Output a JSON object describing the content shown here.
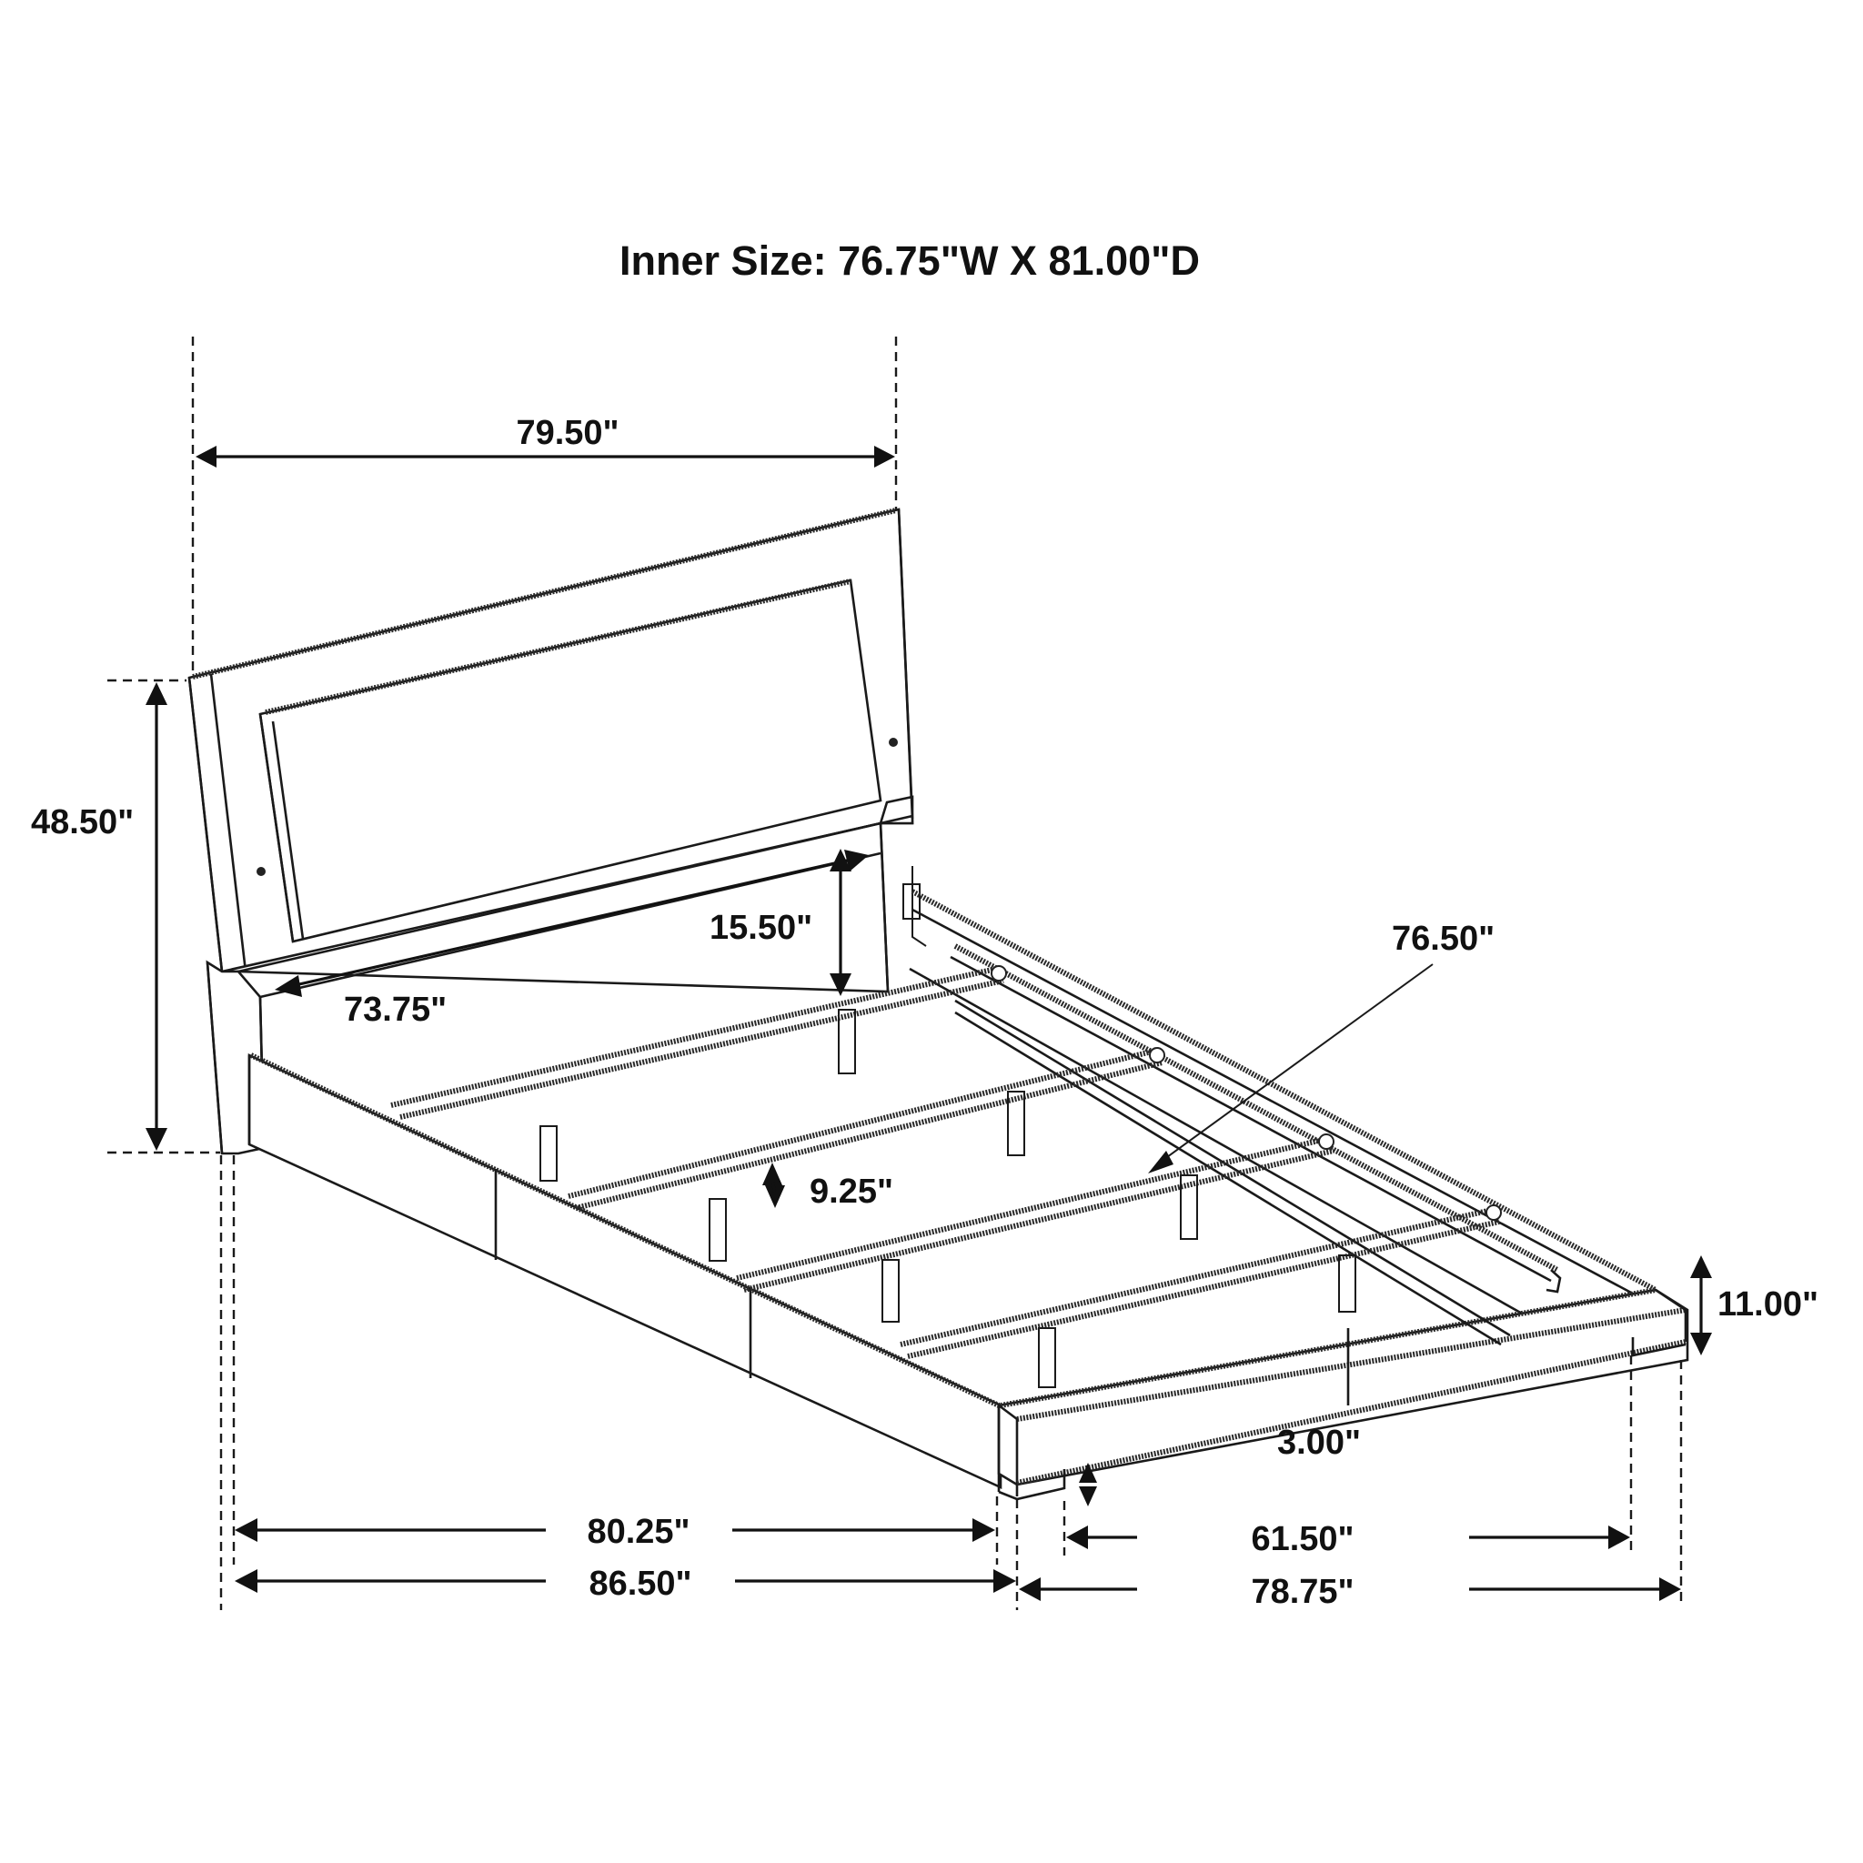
{
  "title": "Inner Size: 76.75\"W X 81.00\"D",
  "dimensions": {
    "headboard_width": "79.50\"",
    "headboard_height": "48.50\"",
    "headboard_inner_width": "73.75\"",
    "headboard_above_rail": "15.50\"",
    "slat_length": "76.50\"",
    "slat_clearance": "9.25\"",
    "footboard_height": "11.00\"",
    "leg_height": "3.00\"",
    "inner_length": "80.25\"",
    "overall_length": "86.50\"",
    "leg_span_width": "61.50\"",
    "overall_width": "78.75\""
  },
  "colors": {
    "line": "#1a1a1a",
    "background": "#ffffff"
  }
}
